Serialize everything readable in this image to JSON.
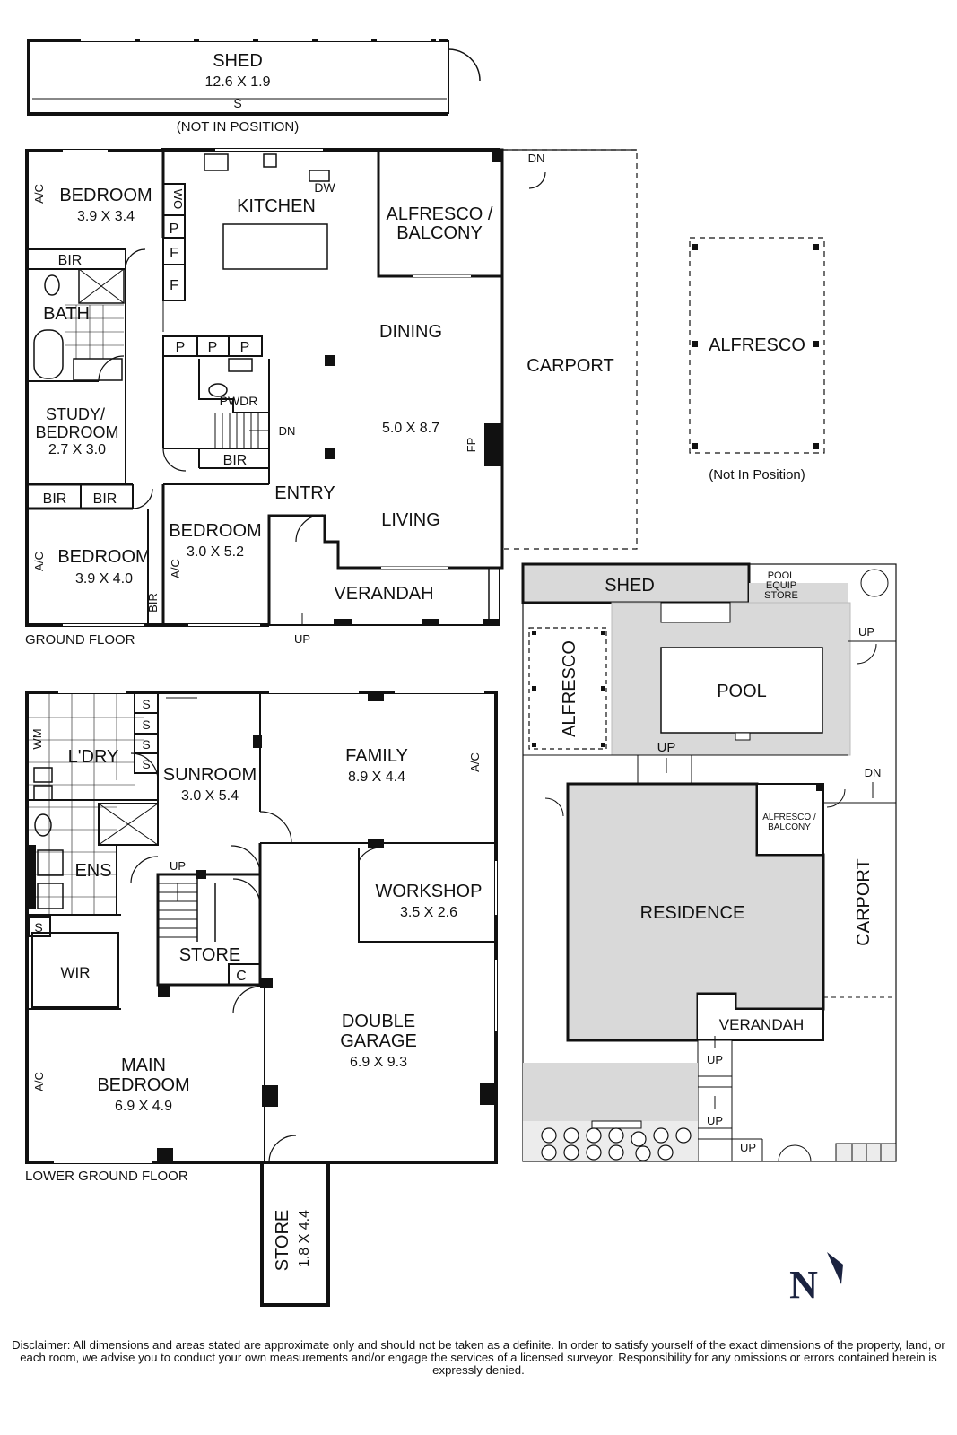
{
  "shed_top": {
    "name": "SHED",
    "size": "12.6 X 1.9",
    "code": "S",
    "note": "(NOT IN POSITION)"
  },
  "ground_floor": {
    "caption": "GROUND FLOOR",
    "kitchen": "KITCHEN",
    "dw": "DW",
    "wo": "WO",
    "pantry": "P",
    "fridge": "F",
    "alfresco_balcony_l1": "ALFRESCO /",
    "alfresco_balcony_l2": "BALCONY",
    "bedroom1": {
      "name": "BEDROOM",
      "size": "3.9 X 3.4"
    },
    "ac": "A/C",
    "bir": "BIR",
    "bath": "BATH",
    "study_l1": "STUDY/",
    "study_l2": "BEDROOM",
    "study_size": "2.7 X 3.0",
    "pwdr": "PWDR",
    "dn": "DN",
    "up": "UP",
    "dining": "DINING",
    "dining_size": "5.0 X 8.7",
    "fp": "FP",
    "entry": "ENTRY",
    "living": "LIVING",
    "verandah": "VERANDAH",
    "bedroom2": {
      "name": "BEDROOM",
      "size": "3.0 X 5.2"
    },
    "bedroom3": {
      "name": "BEDROOM",
      "size": "3.9 X 4.0"
    },
    "carport": "CARPORT",
    "alfresco": "ALFRESCO",
    "alfresco_note": "(Not In Position)"
  },
  "lower_floor": {
    "caption": "LOWER GROUND FLOOR",
    "wm": "WM",
    "ldry": "L'DRY",
    "s": "S",
    "sunroom": "SUNROOM",
    "sunroom_size": "3.0 X 5.4",
    "family": "FAMILY",
    "family_size": "8.9 X 4.4",
    "ac": "A/C",
    "ens": "ENS",
    "up": "UP",
    "workshop": "WORKSHOP",
    "workshop_size": "3.5 X 2.6",
    "store": "STORE",
    "c": "C",
    "wir": "WIR",
    "garage_l1": "DOUBLE",
    "garage_l2": "GARAGE",
    "garage_size": "6.9 X 9.3",
    "main_l1": "MAIN",
    "main_l2": "BEDROOM",
    "main_size": "6.9 X 4.9",
    "store2": "STORE",
    "store2_size": "1.8 X 4.4"
  },
  "site": {
    "shed": "SHED",
    "pool_equip_l1": "POOL",
    "pool_equip_l2": "EQUIP",
    "pool_equip_l3": "STORE",
    "pool": "POOL",
    "alfresco": "ALFRESCO",
    "up": "UP",
    "dn": "DN",
    "alf_bal_l1": "ALFRESCO /",
    "alf_bal_l2": "BALCONY",
    "residence": "RESIDENCE",
    "carport": "CARPORT",
    "verandah": "VERANDAH"
  },
  "compass": {
    "letter": "N"
  },
  "disclaimer": "Disclaimer: All dimensions and areas stated are approximate only and should not be taken as a definite. In order to satisfy yourself of the exact dimensions of the property, land, or each room, we advise you to conduct your own measurements and/or engage the services of a licensed surveyor. Responsibility for any omissions or errors contained herein is expressly denied."
}
